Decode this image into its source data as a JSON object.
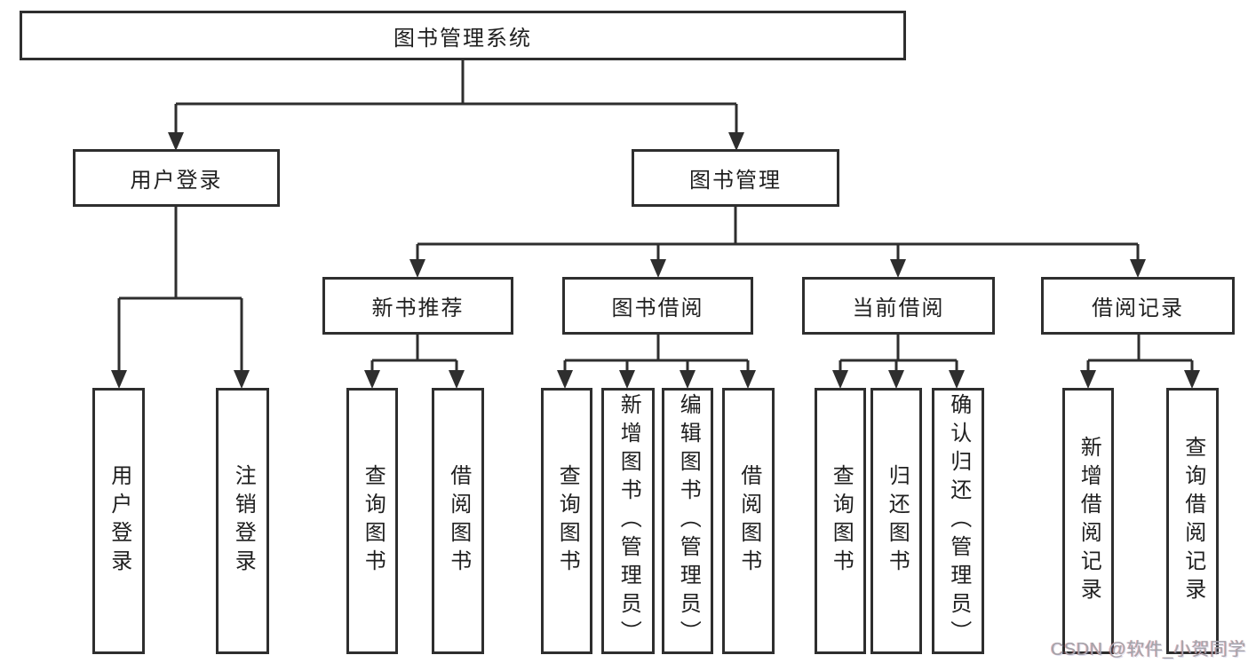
{
  "page": {
    "background": "#ffffff"
  },
  "colors": {
    "line": "#2e2e2e",
    "box_border": "#2e2e2e",
    "text": "#1f1f1f",
    "watermark": "#a4a4ab"
  },
  "tree": {
    "root": "图书管理系统",
    "branches": [
      {
        "label": "用户登录",
        "children": [
          "用户登录",
          "注销登录"
        ]
      },
      {
        "label": "图书管理",
        "modules": [
          {
            "label": "新书推荐",
            "children": [
              "查询图书",
              "借阅图书"
            ]
          },
          {
            "label": "图书借阅",
            "children": [
              "查询图书",
              "新增图书（管理员）",
              "编辑图书（管理员）",
              "借阅图书"
            ]
          },
          {
            "label": "当前借阅",
            "children": [
              "查询图书",
              "归还图书",
              "确认归还（管理员）"
            ]
          },
          {
            "label": "借阅记录",
            "children": [
              "新增借阅记录",
              "查询借阅记录"
            ]
          }
        ]
      }
    ]
  },
  "watermark": {
    "text": "CSDN @软件_小贺同学"
  }
}
